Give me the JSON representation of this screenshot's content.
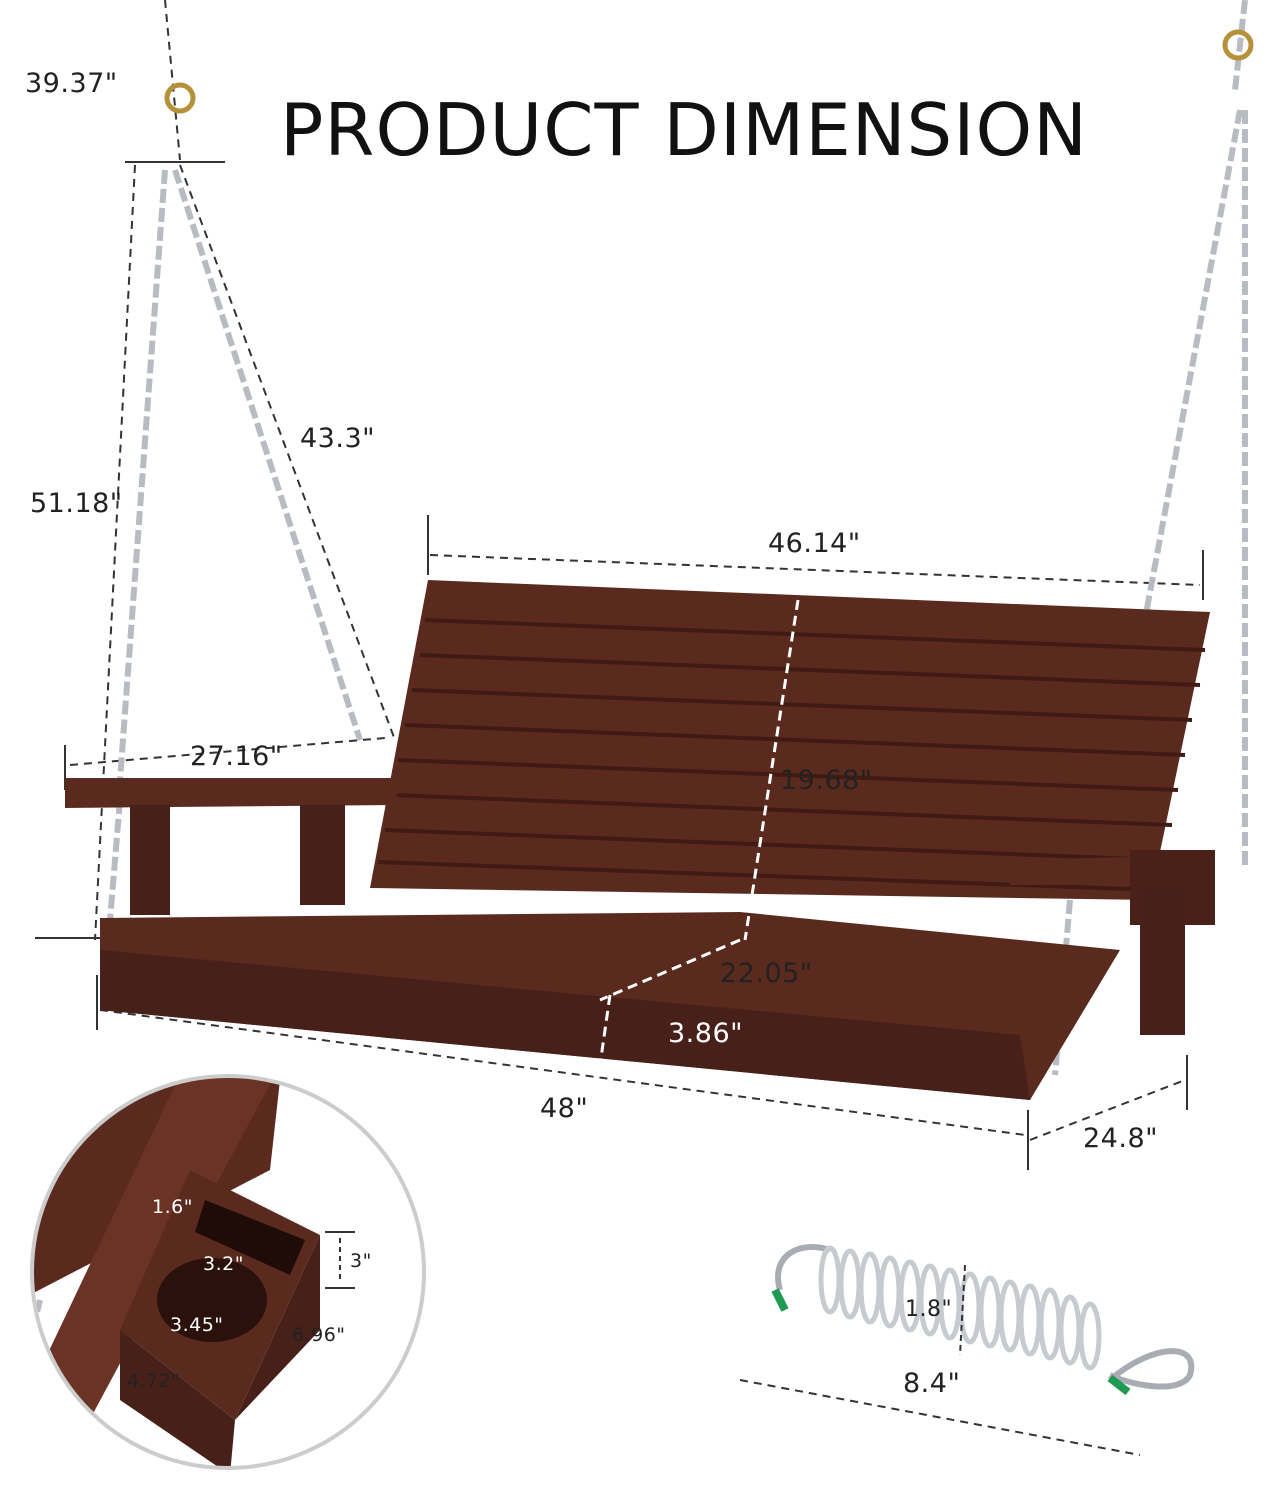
{
  "title": "PRODUCT DIMENSION",
  "colors": {
    "wood": "#5b2a1e",
    "wood_dark": "#3f1b13",
    "chain": "#b8bcc2",
    "ring": "#b5923a",
    "spring_tip": "#1f9a52"
  },
  "dimensions": {
    "hanging_top": "39.37\"",
    "chain_length": "43.3\"",
    "total_height": "51.18\"",
    "backrest_width": "46.14\"",
    "armrest_length": "27.16\"",
    "backrest_height": "19.68\"",
    "seat_depth": "22.05\"",
    "seat_thickness": "3.86\"",
    "seat_width": "48\"",
    "overall_depth": "24.8\""
  },
  "cup_holder": {
    "slot_width": "1.6\"",
    "slot_length": "3.2\"",
    "height": "3\"",
    "cup_diameter": "3.45\"",
    "length": "6.96\"",
    "width": "4.72\""
  },
  "spring": {
    "diameter": "1.8\"",
    "length": "8.4\""
  }
}
